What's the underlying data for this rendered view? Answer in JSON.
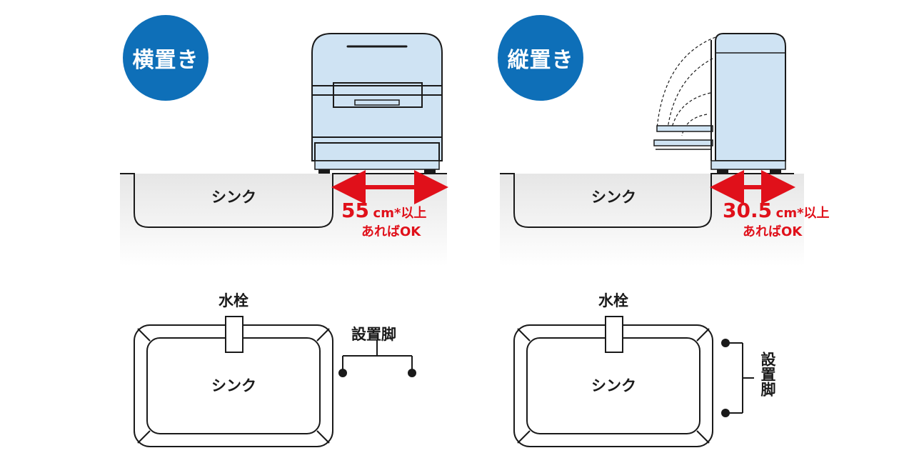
{
  "colors": {
    "badge": "#0e6fb8",
    "appliance_fill": "#cfe3f3",
    "clearance_arrow": "#e0101a",
    "counter_shadow": "#ececec"
  },
  "horizontal": {
    "badge": "横置き",
    "sink_side_label": "シンク",
    "clearance_value": "55",
    "clearance_unit": "cm*以上",
    "clearance_note": "あればOK",
    "faucet_label": "水栓",
    "feet_label": "設置脚",
    "sink_top_label": "シンク"
  },
  "vertical": {
    "badge": "縦置き",
    "sink_side_label": "シンク",
    "clearance_value": "30.5",
    "clearance_unit": "cm*以上",
    "clearance_note": "あればOK",
    "faucet_label": "水栓",
    "feet_label": "設置脚",
    "sink_top_label": "シンク"
  }
}
